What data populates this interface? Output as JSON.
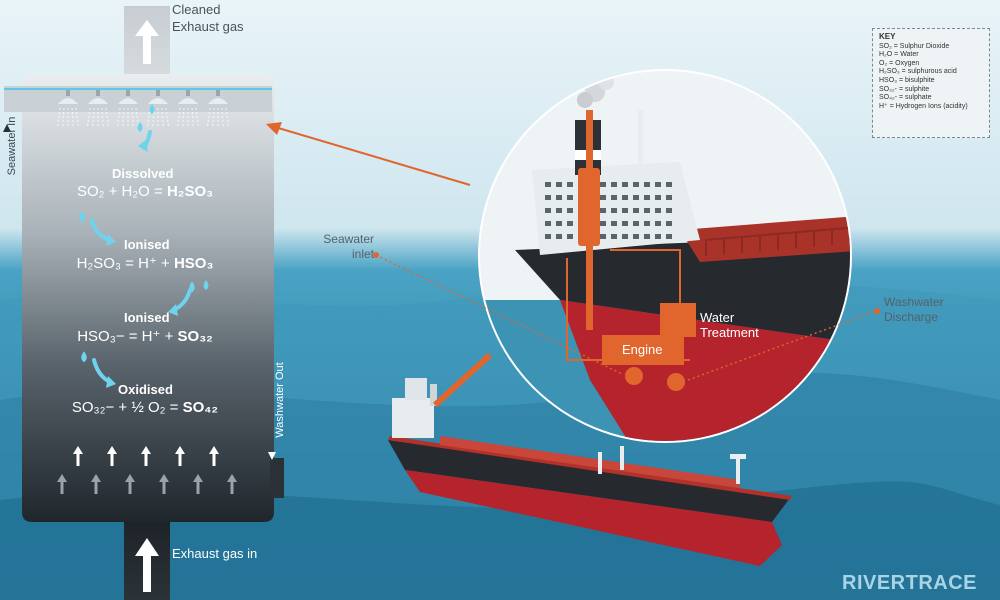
{
  "labels": {
    "cleaned_exhaust_1": "Cleaned",
    "cleaned_exhaust_2": "Exhaust gas",
    "seawater_in": "Seawater In",
    "washwater_out": "Washwater Out",
    "exhaust_gas_in": "Exhaust gas in",
    "seawater_inlet_1": "Seawater",
    "seawater_inlet_2": "inlet",
    "washwater_discharge_1": "Washwater",
    "washwater_discharge_2": "Discharge",
    "water_treatment_1": "Water",
    "water_treatment_2": "Treatment",
    "engine": "Engine",
    "brand": "RIVERTRACE"
  },
  "steps": [
    {
      "label": "Dissolved",
      "lhs": "SO₂ + H₂O = ",
      "product": "H₂SO₃"
    },
    {
      "label": "Ionised",
      "lhs": "H₂SO₃ = H⁺ + ",
      "product": "HSO₃"
    },
    {
      "label": "Ionised",
      "lhs": "HSO₃− = H⁺ + ",
      "product": "SO₃₂"
    },
    {
      "label": "Oxidised",
      "lhs": "SO₃₂− + ½ O₂ = ",
      "product": "SO₄₂"
    }
  ],
  "key": {
    "title": "KEY",
    "items": [
      "SO₂ = Sulphur Dioxide",
      "H₂O = Water",
      "O₂ = Oxygen",
      "H₂SO₃ = sulphurous acid",
      "HSO₃ = bisulphite",
      "SO₃₂- = sulphite",
      "SO₄₂- = sulphate",
      "H⁺ = Hydrogen Ions (acidity)"
    ]
  },
  "colors": {
    "accent": "#e0662e",
    "hull_red": "#b5242c",
    "hull_black": "#262a2e",
    "sea": "#3c8fae",
    "water_drop": "#6fd3ee"
  },
  "icons": [
    "up-arrow-icon",
    "spray-nozzle-icon",
    "water-drop-icon",
    "curved-arrow-icon"
  ]
}
